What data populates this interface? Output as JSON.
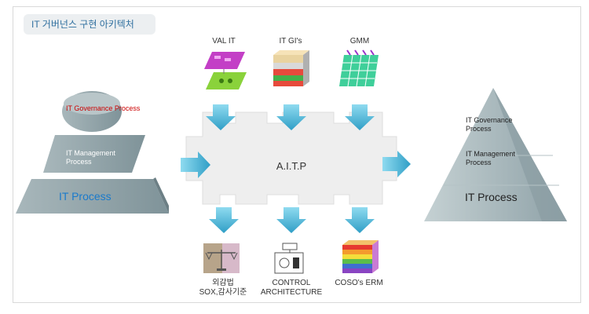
{
  "title": "IT 거버넌스 구현 아키텍처",
  "top_items": [
    {
      "label": "VAL IT",
      "icon": "val-it-layers-icon"
    },
    {
      "label": "IT GI's",
      "icon": "it-gis-stack-icon"
    },
    {
      "label": "GMM",
      "icon": "gmm-grid-icon"
    }
  ],
  "center_label": "A.I.T.P",
  "bottom_items": [
    {
      "label_line1": "외감법",
      "label_line2": "SOX,감사기준",
      "icon": "scales-icon"
    },
    {
      "label_line1": "CONTROL",
      "label_line2": "ARCHITECTURE",
      "icon": "control-diagram-icon"
    },
    {
      "label_line1": "COSO's ERM",
      "label_line2": "",
      "icon": "coso-cube-icon"
    }
  ],
  "left_pyramid": {
    "top": "IT Governance Process",
    "middle": "IT Management Process",
    "bottom": "IT Process"
  },
  "right_pyramid": {
    "top": "IT Governance Process",
    "middle": "IT Management Process",
    "bottom": "IT Process"
  },
  "colors": {
    "arrow": "#4fb8d8",
    "pyramid": "#98aab0",
    "governance_text": "#cc0000",
    "process_text": "#1a7acb"
  }
}
